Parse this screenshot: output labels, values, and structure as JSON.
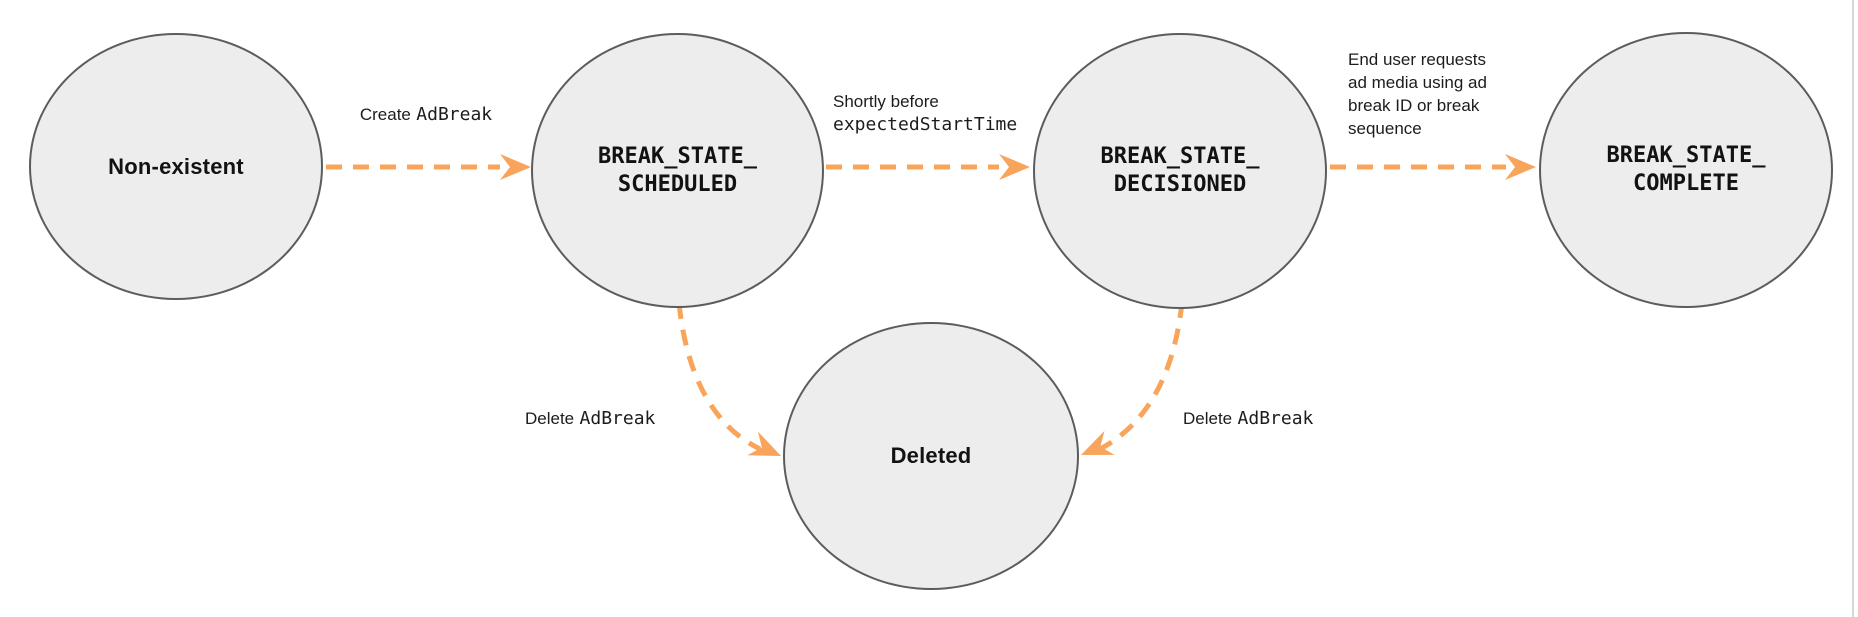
{
  "colors": {
    "arrow": "#F8A45A",
    "node_fill": "#EDEDED",
    "node_border": "#5A5C5E",
    "text": "#1C1C1E",
    "page_edge": "#D7D7D7"
  },
  "states": [
    {
      "name": "Non-existent"
    },
    {
      "line1": "BREAK_STATE_",
      "line2": "SCHEDULED"
    },
    {
      "line1": "BREAK_STATE_",
      "line2": "DECISIONED"
    },
    {
      "line1": "BREAK_STATE_",
      "line2": "COMPLETE"
    },
    {
      "name": "Deleted"
    }
  ],
  "transitions": [
    {
      "from": "Non-existent",
      "to": "BREAK_STATE_SCHEDULED",
      "label": "Create",
      "code": "AdBreak"
    },
    {
      "from": "BREAK_STATE_SCHEDULED",
      "to": "BREAK_STATE_DECISIONED",
      "label": "Shortly before",
      "code": "expectedStartTime"
    },
    {
      "from": "BREAK_STATE_DECISIONED",
      "to": "BREAK_STATE_COMPLETE",
      "label_lines": [
        "End user requests",
        "ad media using ad",
        "break ID or break",
        "sequence"
      ]
    },
    {
      "from": "BREAK_STATE_SCHEDULED",
      "to": "Deleted",
      "label": "Delete",
      "code": "AdBreak"
    },
    {
      "from": "BREAK_STATE_DECISIONED",
      "to": "Deleted",
      "label": "Delete",
      "code": "AdBreak"
    }
  ]
}
